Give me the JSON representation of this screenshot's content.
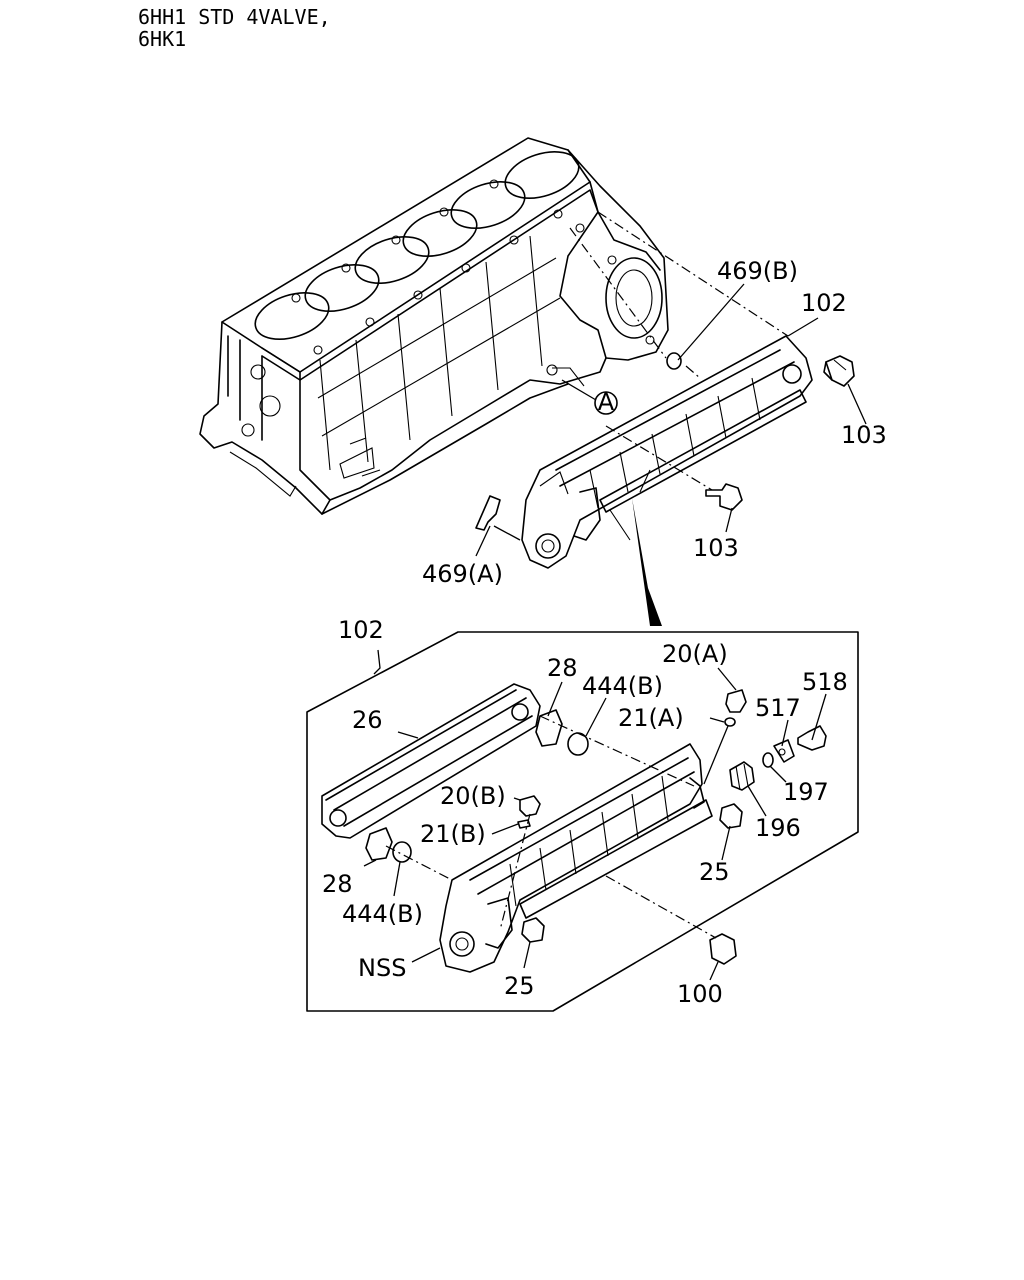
{
  "header": {
    "line1": "6HH1 STD 4VALVE,",
    "line2": "6HK1"
  },
  "callouts": {
    "p469b": "469(B)",
    "p102_top": "102",
    "p103_right": "103",
    "p103_mid": "103",
    "p469a": "469(A)",
    "ref_a": "A",
    "p102_box": "102",
    "p26": "26",
    "p28_top": "28",
    "p444b_top": "444(B)",
    "p20a": "20(A)",
    "p21a": "21(A)",
    "p517": "517",
    "p518": "518",
    "p197": "197",
    "p196": "196",
    "p20b": "20(B)",
    "p21b": "21(B)",
    "p25_right": "25",
    "p28_bottom": "28",
    "p444b_bottom": "444(B)",
    "pnss": "NSS",
    "p25_bottom": "25",
    "p100": "100"
  }
}
